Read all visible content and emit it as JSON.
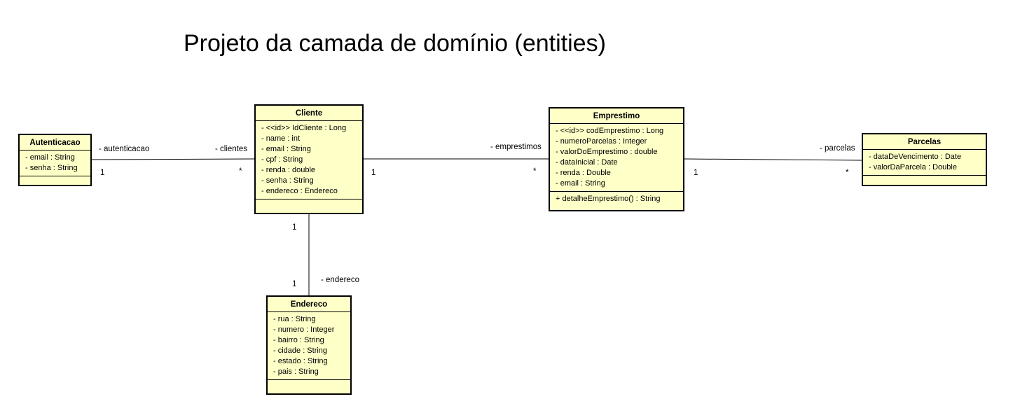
{
  "title": "Projeto da camada de domínio (entities)",
  "classes": {
    "autenticacao": {
      "name": "Autenticacao",
      "attributes": [
        "- email : String",
        "- senha : String"
      ],
      "operations": []
    },
    "cliente": {
      "name": "Cliente",
      "attributes": [
        "- <<id>> IdCliente : Long",
        "- name : int",
        "- email : String",
        "- cpf : String",
        "- renda : double",
        "- senha : String",
        "- endereco : Endereco"
      ],
      "operations": []
    },
    "emprestimo": {
      "name": "Emprestimo",
      "attributes": [
        "- <<id>> codEmprestimo : Long",
        "- numeroParcelas : Integer",
        "- valorDoEmprestimo : double",
        "- dataInicial : Date",
        "- renda : Double",
        "- email : String"
      ],
      "operations": [
        "+ detalheEmprestimo() : String"
      ]
    },
    "parcelas": {
      "name": "Parcelas",
      "attributes": [
        "- dataDeVencimento : Date",
        "- valorDaParcela : Double"
      ],
      "operations": []
    },
    "endereco": {
      "name": "Endereco",
      "attributes": [
        "- rua : String",
        "- numero : Integer",
        "- bairro : String",
        "- cidade : String",
        "- estado : String",
        "- pais : String"
      ],
      "operations": []
    }
  },
  "associations": {
    "aut_cli": {
      "role_a": "- autenticacao",
      "mult_a": "1",
      "role_b": "- clientes",
      "mult_b": "*"
    },
    "cli_emp": {
      "mult_a": "1",
      "role_b": "- emprestimos",
      "mult_b": "*"
    },
    "emp_par": {
      "mult_a": "1",
      "role_b": "- parcelas",
      "mult_b": "*"
    },
    "cli_end": {
      "mult_a": "1",
      "mult_b": "1",
      "role_b": "- endereco"
    }
  }
}
